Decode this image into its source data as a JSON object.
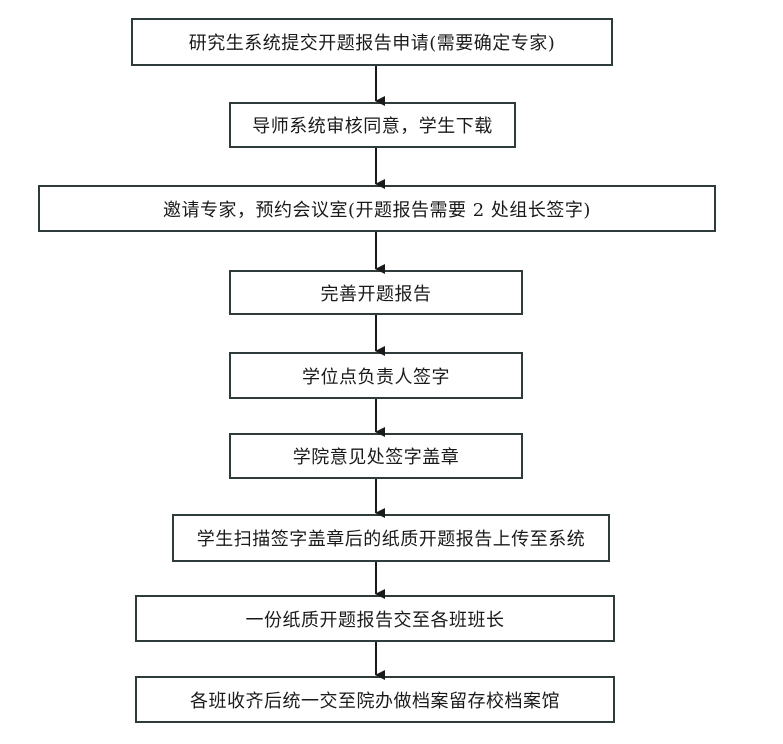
{
  "flowchart": {
    "steps": [
      "研究生系统提交开题报告申请(需要确定专家)",
      "导师系统审核同意，学生下载",
      "邀请专家，预约会议室(开题报告需要 2 处组长签字)",
      "完善开题报告",
      "学位点负责人签字",
      "学院意见处签字盖章",
      "学生扫描签字盖章后的纸质开题报告上传至系统",
      "一份纸质开题报告交至各班班长",
      "各班收齐后统一交至院办做档案留存校档案馆"
    ]
  }
}
